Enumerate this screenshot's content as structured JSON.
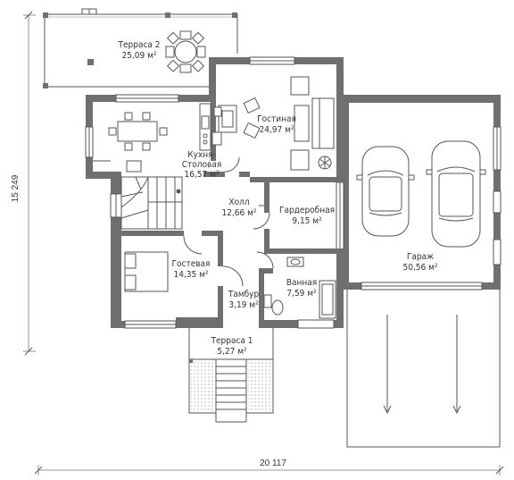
{
  "rooms": [
    {
      "id": "terrace2",
      "name": "Терраса 2",
      "area": "25,09 м²"
    },
    {
      "id": "living",
      "name": "Гостиная",
      "area": "24,97 м²"
    },
    {
      "id": "kitchen",
      "name": "Кухня-",
      "name2": "Столовая",
      "area": "16,57 м²"
    },
    {
      "id": "hall",
      "name": "Холл",
      "area": "12,66 м²"
    },
    {
      "id": "wardrobe",
      "name": "Гардеробная",
      "area": "9,15 м²"
    },
    {
      "id": "garage",
      "name": "Гараж",
      "area": "50,56 м²"
    },
    {
      "id": "guest",
      "name": "Гостевая",
      "area": "14,35 м²"
    },
    {
      "id": "vestibule",
      "name": "Тамбур",
      "area": "3,19 м²"
    },
    {
      "id": "bathroom",
      "name": "Ванная",
      "area": "7,59 м²"
    },
    {
      "id": "terrace1",
      "name": "Терраса 1",
      "area": "5,27 м²"
    }
  ],
  "dimensions": {
    "width": "20 117",
    "height": "15 249"
  },
  "colors": {
    "wall": "#6f6f6f",
    "line": "#555555",
    "background": "#ffffff"
  }
}
